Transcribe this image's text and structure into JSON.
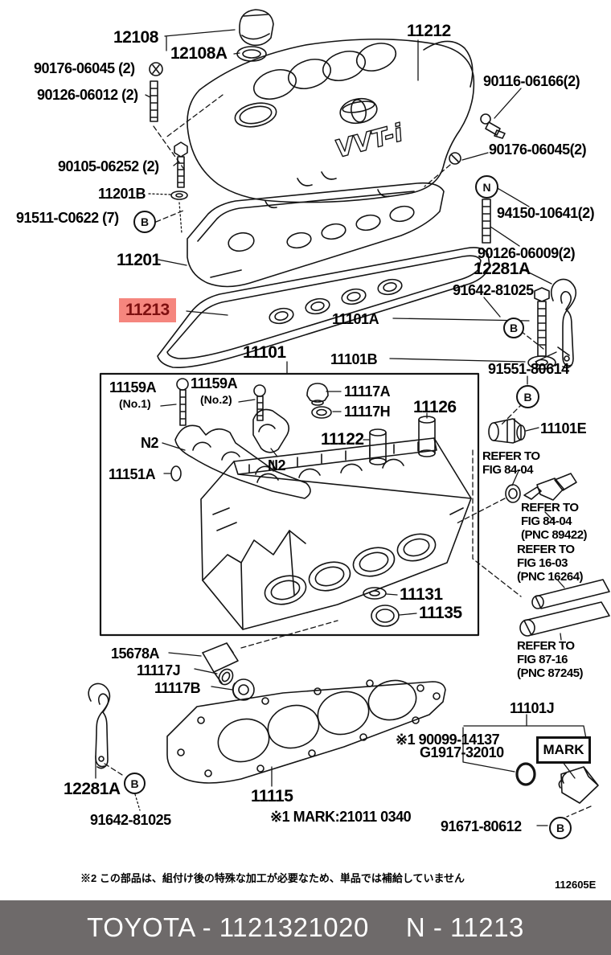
{
  "colors": {
    "highlight_bg": "#f5867e",
    "highlight_fg": "#7e1010",
    "footer_bg": "#6e6a6a",
    "line_art": "#141414"
  },
  "drawing": {
    "cover_badge": "VVT-i"
  },
  "mark_box": {
    "label": "MARK"
  },
  "callouts": [
    {
      "letter": "B"
    },
    {
      "letter": "N"
    },
    {
      "letter": "B"
    },
    {
      "letter": "B"
    },
    {
      "letter": "B"
    },
    {
      "letter": "B"
    }
  ],
  "labels": [
    {
      "text": "12108"
    },
    {
      "text": "12108A"
    },
    {
      "text": "90176-06045 (2)"
    },
    {
      "text": "90126-06012 (2)"
    },
    {
      "text": "90105-06252 (2)"
    },
    {
      "text": "11201B"
    },
    {
      "text": "91511-C0622 (7)"
    },
    {
      "text": "11201"
    },
    {
      "text": "11213"
    },
    {
      "text": "11212"
    },
    {
      "text": "90116-06166(2)"
    },
    {
      "text": "90176-06045(2)"
    },
    {
      "text": "94150-10641(2)"
    },
    {
      "text": "90126-06009(2)"
    },
    {
      "text": "12281A"
    },
    {
      "text": "91642-81025"
    },
    {
      "text": "91551-80614"
    },
    {
      "text": "11101A"
    },
    {
      "text": "11101"
    },
    {
      "text": "11101B"
    },
    {
      "text": "11117A"
    },
    {
      "text": "11117H"
    },
    {
      "text": "11126"
    },
    {
      "text": "11122"
    },
    {
      "text": "11101E"
    },
    {
      "text": "REFER TO\nFIG 84-04"
    },
    {
      "text": "REFER TO\nFIG 84-04\n(PNC 89422)"
    },
    {
      "text": "REFER TO\nFIG 16-03\n(PNC 16264)"
    },
    {
      "text": "REFER TO\nFIG 87-16\n(PNC 87245)"
    },
    {
      "text": "11159A"
    },
    {
      "text": "(No.1)"
    },
    {
      "text": "11159A"
    },
    {
      "text": "(No.2)"
    },
    {
      "text": "N2"
    },
    {
      "text": "N2"
    },
    {
      "text": "11151A"
    },
    {
      "text": "11131"
    },
    {
      "text": "11135"
    },
    {
      "text": "15678A"
    },
    {
      "text": "11117J"
    },
    {
      "text": "11117B"
    },
    {
      "text": "12281A"
    },
    {
      "text": "91642-81025"
    },
    {
      "text": "11115"
    },
    {
      "text": "※1 MARK:21011 0340"
    },
    {
      "text": "11101J"
    },
    {
      "text": "※1 90099-14137"
    },
    {
      "text": "G1917-32010"
    },
    {
      "text": "91671-80612"
    }
  ],
  "footnote": {
    "text": "※2 この部品は、組付け後の特殊な加工が必要なため、単品では補給していません"
  },
  "doc_code": "112605E",
  "footer": {
    "left": "TOYOTA - 1121321020",
    "right": "N - 11213"
  }
}
